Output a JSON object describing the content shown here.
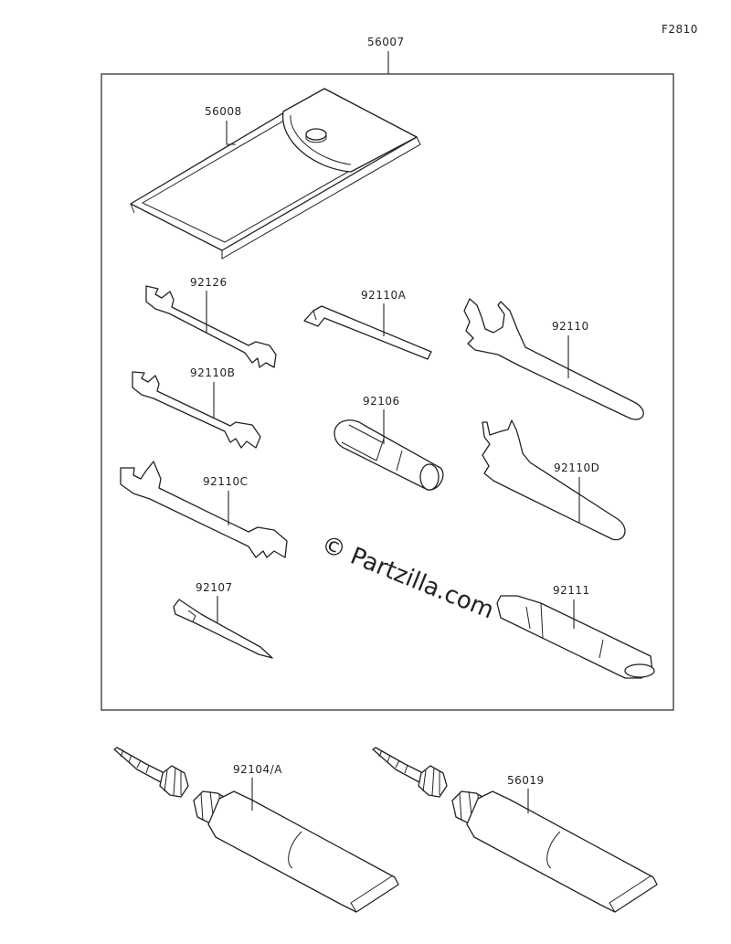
{
  "figure_id": "F2810",
  "watermark": "© Partzilla.com",
  "parts": {
    "p56007": "56007",
    "p56008": "56008",
    "p92126": "92126",
    "p92110A": "92110A",
    "p92110": "92110",
    "p92110B": "92110B",
    "p92106": "92106",
    "p92110C": "92110C",
    "p92110D": "92110D",
    "p92107": "92107",
    "p92111": "92111",
    "p92104A": "92104/A",
    "p56019": "56019"
  }
}
